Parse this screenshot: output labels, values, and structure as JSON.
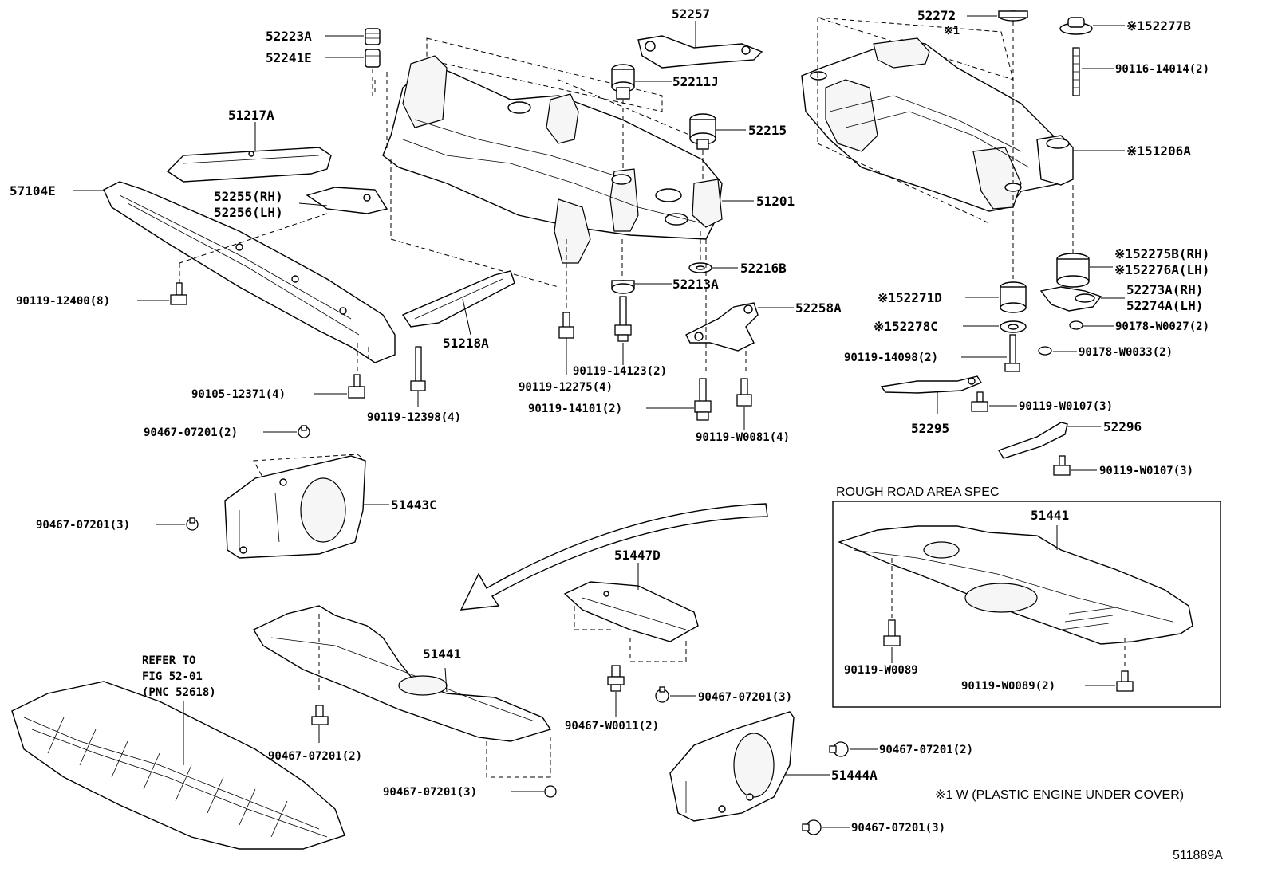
{
  "diagram_id": "511889A",
  "note": "※1 W (PLASTIC ENGINE UNDER COVER)",
  "inset": {
    "title": "ROUGH ROAD AREA SPEC",
    "part": "51441",
    "bolt_left": "90119-W0089",
    "bolt_right": "90119-W0089(2)"
  },
  "refer": {
    "line1": "REFER TO",
    "line2": "FIG 52-01",
    "line3": "(PNC 52618)"
  },
  "labels": {
    "l52223A": "52223A",
    "l52241E": "52241E",
    "l51217A": "51217A",
    "l57104E": "57104E",
    "l52255": "52255(RH)",
    "l52256": "52256(LH)",
    "l90119_12400": "90119-12400(8)",
    "l90105_12371": "90105-12371(4)",
    "l90119_12398": "90119-12398(4)",
    "l51218A": "51218A",
    "l52257": "52257",
    "l52211J": "52211J",
    "l52215": "52215",
    "l51201": "51201",
    "l52216B": "52216B",
    "l52213A": "52213A",
    "l52258A": "52258A",
    "l90119_14123": "90119-14123(2)",
    "l90119_12275": "90119-12275(4)",
    "l90119_14101": "90119-14101(2)",
    "l90119_W0081": "90119-W0081(4)",
    "l52272": "52272",
    "l52272_note": "※1",
    "l52277B": "※152277B",
    "l90116_14014": "90116-14014(2)",
    "l51206A": "※151206A",
    "l52275B": "※152275B(RH)",
    "l52276A": "※152276A(LH)",
    "l52273A": "52273A(RH)",
    "l52274A": "52274A(LH)",
    "l52271D": "※152271D",
    "l52278C": "※152278C",
    "l90178_W0027": "90178-W0027(2)",
    "l90178_W0033": "90178-W0033(2)",
    "l90119_14098": "90119-14098(2)",
    "l52295": "52295",
    "l90119_W0107a": "90119-W0107(3)",
    "l52296": "52296",
    "l90119_W0107b": "90119-W0107(3)",
    "l90467_07201_a": "90467-07201(2)",
    "l90467_07201_b": "90467-07201(3)",
    "l51443C": "51443C",
    "l51447D": "51447D",
    "l51441": "51441",
    "l90467_07201_c": "90467-07201(2)",
    "l90467_07201_d": "90467-07201(3)",
    "l90467_W0011": "90467-W0011(2)",
    "l90467_07201_e": "90467-07201(3)",
    "l90467_07201_f": "90467-07201(2)",
    "l51444A": "51444A",
    "l90467_07201_g": "90467-07201(3)"
  }
}
